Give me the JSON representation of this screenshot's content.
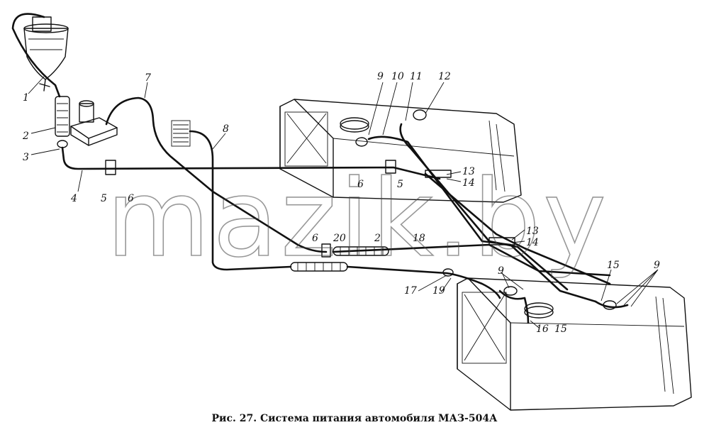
{
  "watermark": "mazik.by",
  "caption": "Рис. 27. Система питания автомобиля МАЗ-504А",
  "callouts": [
    "1",
    "2",
    "3",
    "4",
    "5",
    "6",
    "7",
    "8",
    "9",
    "10",
    "11",
    "12",
    "13",
    "14",
    "5",
    "6",
    "6",
    "20",
    "2",
    "18",
    "13",
    "14",
    "17",
    "19",
    "9",
    "15",
    "9",
    "16",
    "15"
  ]
}
